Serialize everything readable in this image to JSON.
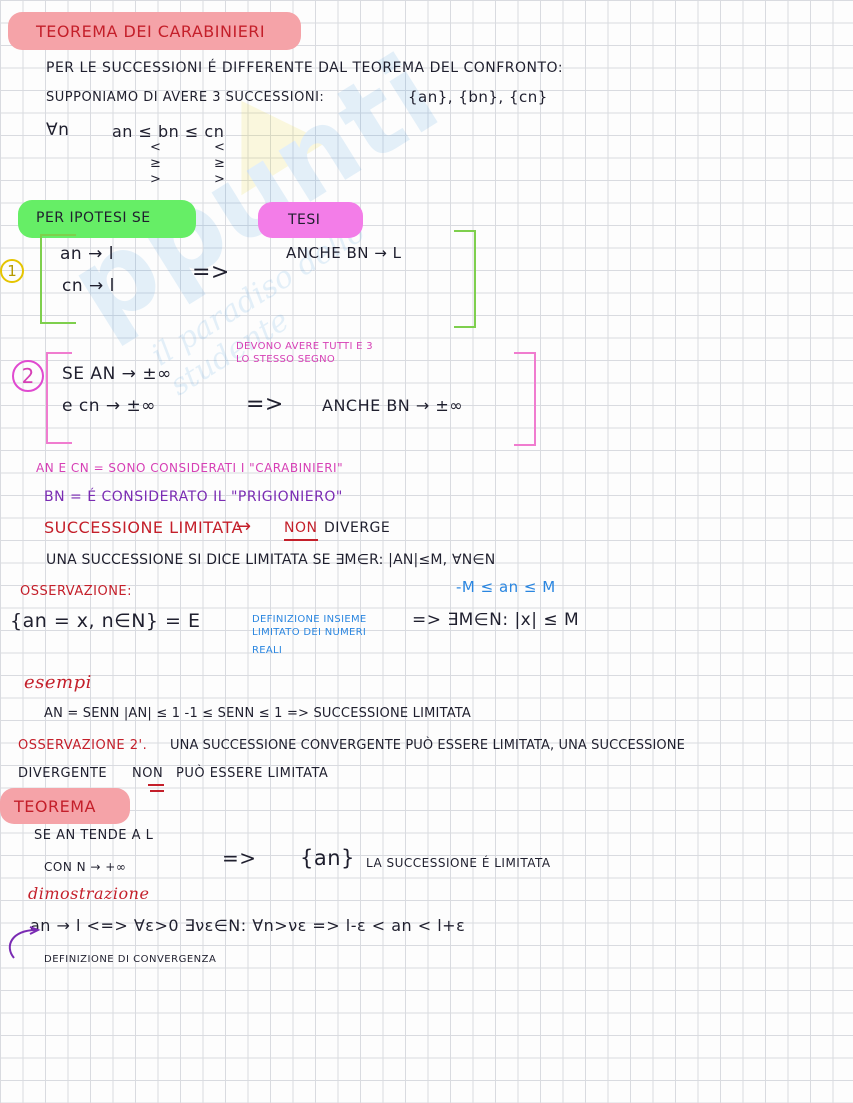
{
  "watermark": {
    "main": "ppunti",
    "sub": "il paradiso dello studente"
  },
  "title": "Teorema dei carabinieri",
  "line1": "Per le successioni é differente dal teorema del confronto:",
  "line2": "Supponiamo di avere 3 successioni:",
  "line2_sets": "{an}, {bn}, {cn}",
  "line3_forall": "∀n",
  "line3_ineq": "an ≤ bn ≤ cn",
  "line3_rel1": "< <",
  "line3_rel2": "≥ ≥",
  "line3_rel3": "> >",
  "hyp_label": "Per ipotesi se",
  "thesis_label": "Tesi",
  "case1": {
    "num": "1",
    "a": "an → l",
    "c": "cn → l",
    "arrow": "=>",
    "thesis": "anche bn → l"
  },
  "case2": {
    "num": "2",
    "note1": "devono avere tutti e 3",
    "note2": "lo stesso segno",
    "a": "se an → ±∞",
    "c": "e  cn → ±∞",
    "arrow": "=>",
    "thesis": "anche bn → ±∞"
  },
  "carabinieri": "an e cn = sono considerati i \"carabinieri\"",
  "prigioniero": "bn = é considerato il \"prigioniero\"",
  "limitata_title": "Successione limitata",
  "limitata_arrow": "→",
  "limitata_non": "non",
  "limitata_rest": "diverge",
  "def_limitata": "Una successione si dice limitata se ∃M∈R: |an|≤M, ∀n∈N",
  "def_note": "-M ≤ an ≤ M",
  "oss_title": "Osservazione:",
  "oss_set": "{an = x, n∈N} = E",
  "oss_blue1": "definizione insieme",
  "oss_blue2": "limitato dei numeri",
  "oss_blue3": "reali",
  "oss_result": "=> ∃M∈N: |x| ≤ M",
  "esempi_title": "esempi",
  "esempi_line": "an = senn     |an| ≤ 1     -1 ≤ senn ≤ 1  =>  successione limitata",
  "oss2_label": "Osservazione 2'.",
  "oss2_text": "una successione convergente può essere limitata, una successione",
  "oss2_line2_a": "divergente",
  "oss2_line2_non": "non",
  "oss2_line2_b": "può  essere limitata",
  "teorema_title": "Teorema",
  "teo_line1": "Se an tende a l",
  "teo_line2": "con n → +∞",
  "teo_arrow": "=>",
  "teo_result_set": "{an}",
  "teo_result": "la successione é limitata",
  "dim_title": "dimostrazione",
  "dim_line": "an → l <=> ∀ε>0 ∃νε∈N: ∀n>νε => l-ε < an < l+ε",
  "dim_note": "definizione di convergenza"
}
